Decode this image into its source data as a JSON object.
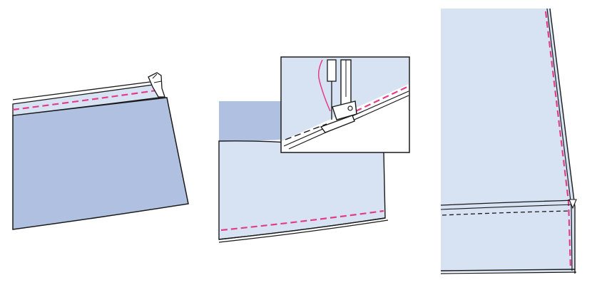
{
  "colors": {
    "background": "#ffffff",
    "fabric_dark": "#afc0e0",
    "fabric_light": "#d7e3f3",
    "outline": "#1a1a1a",
    "stitch_pink": "#e23d8a",
    "stitch_black": "#1a1a1a",
    "thread_pink": "#e23d8a"
  },
  "panels": [
    {
      "id": "panel-1",
      "step": "sew-hem-to-skirt-edge"
    },
    {
      "id": "panel-2",
      "step": "topstitch-hem-with-closeup"
    },
    {
      "id": "panel-3",
      "step": "finished-side-seam-and-hem"
    }
  ],
  "icons": [
    "presser-foot-icon",
    "sewing-needle-icon"
  ]
}
